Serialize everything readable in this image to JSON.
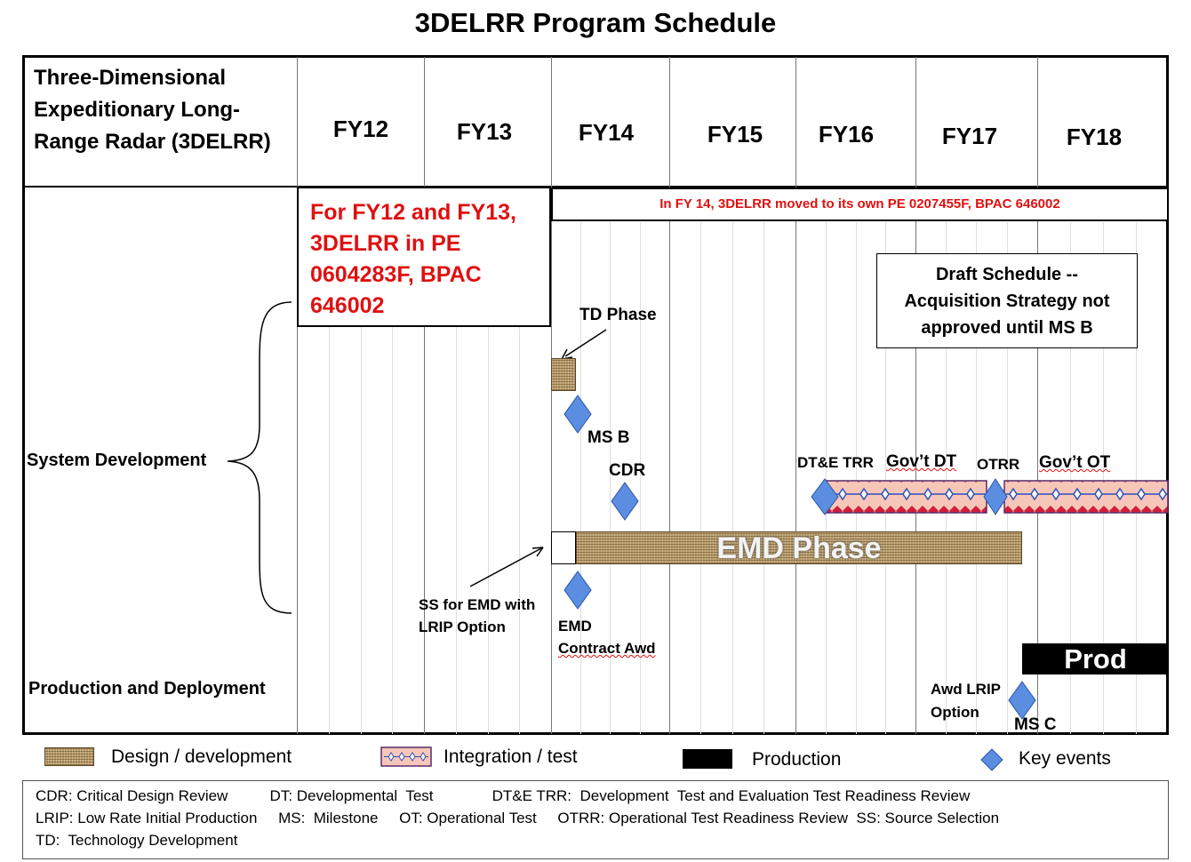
{
  "title": "3DELRR Program Schedule",
  "program_name": [
    "Three-Dimensional",
    "Expeditionary Long-",
    "Range Radar (3DELRR)"
  ],
  "fiscal_years": [
    "FY12",
    "FY13",
    "FY14",
    "FY15",
    "FY16",
    "FY17",
    "FY18"
  ],
  "rows": {
    "system_development": "System Development",
    "production_deployment": "Production and Deployment"
  },
  "notes": {
    "pe_old": [
      "For FY12 and FY13,",
      "3DELRR in PE",
      "0604283F, BPAC",
      "646002"
    ],
    "pe_new": "In FY 14, 3DELRR  moved to its own PE 0207455F, BPAC 646002",
    "draft": [
      "Draft  Schedule --",
      "Acquisition Strategy not",
      "approved until MS B"
    ]
  },
  "phases": {
    "td_phase": "TD Phase",
    "emd_phase": "EMD Phase",
    "govt_dt": "Gov’t DT",
    "govt_ot": "Gov’t OT",
    "prod": "Prod"
  },
  "events": {
    "ms_b": "MS B",
    "cdr": "CDR",
    "dte_trr": "DT&E TRR",
    "otrr": "OTRR",
    "ss_emd": [
      "SS for EMD with",
      "LRIP Option"
    ],
    "emd_contract": [
      "EMD",
      "Contract Awd"
    ],
    "awd_lrip": [
      "Awd LRIP",
      "Option"
    ],
    "ms_c": "MS C"
  },
  "legend": {
    "design": "Design / development",
    "integration": "Integration / test",
    "production": "Production",
    "key_events": "Key events"
  },
  "abbreviations": {
    "line1": "CDR: Critical Design Review          DT: Developmental  Test              DT&E TRR:  Development  Test and Evaluation Test Readiness Review",
    "line2": "LRIP: Low Rate Initial Production     MS:  Milestone     OT: Operational Test     OTRR: Operational Test Readiness Review  SS: Source Selection",
    "line3": "TD:  Technology Development"
  },
  "colors": {
    "note_red": "#e01010",
    "diamond_blue": "#5b8ee0",
    "burlap": "#b59a6c",
    "test_pink": "#f6c6b8",
    "test_red": "#d11f3c",
    "test_blue": "#2f4fbf"
  }
}
